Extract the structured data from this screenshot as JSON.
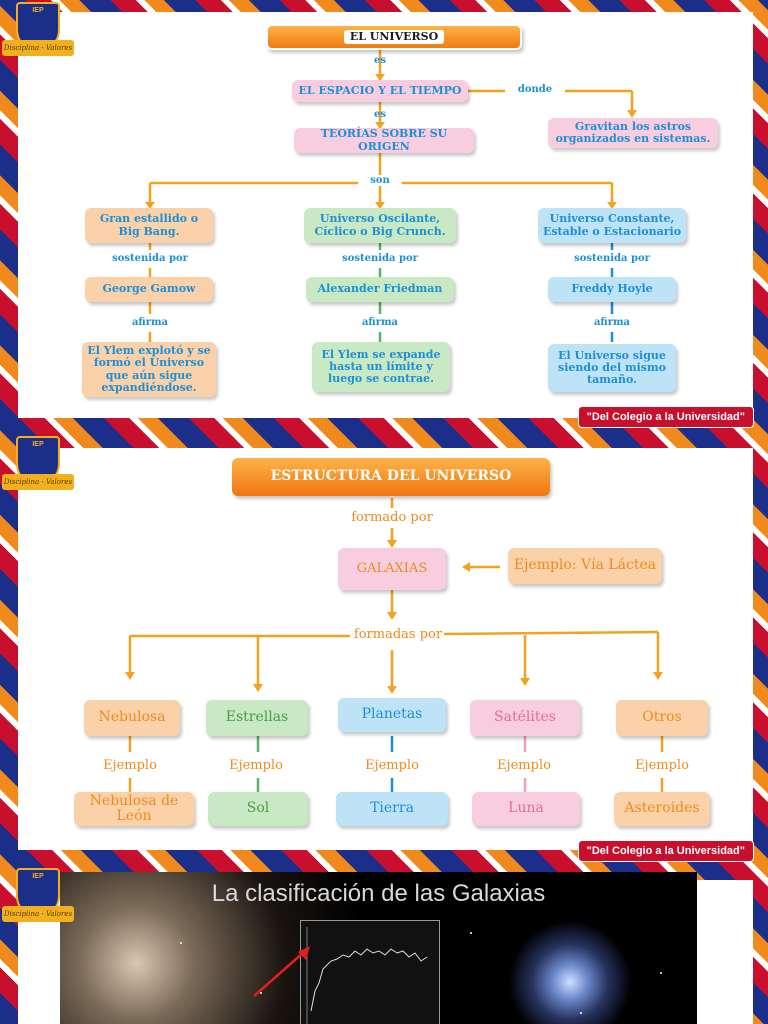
{
  "slogan": "\"Del Colegio a la Universidad\"",
  "logo": {
    "initials": "IEP",
    "motto": "Disciplina - Valores"
  },
  "slide1": {
    "title": "EL UNIVERSO",
    "es1": "es",
    "concept": "EL ESPACIO Y EL TIEMPO",
    "donde": "donde",
    "gravitan": "Gravitan los astros organizados en sistemas.",
    "es2": "es",
    "theories": "TEORÍAS SOBRE SU ORIGEN",
    "son": "son",
    "columns": [
      {
        "theory": "Gran estallido o Big Bang.",
        "sostenida": "sostenida por",
        "author": "George Gamow",
        "afirma": "afirma",
        "claim": "El Ylem explotó y se formó el Universo que aún sigue expandiéndose."
      },
      {
        "theory": "Universo Oscilante, Cíclico o Big Crunch.",
        "sostenida": "sostenida por",
        "author": "Alexander Friedman",
        "afirma": "afirma",
        "claim": "El Ylem se expande hasta un límite y luego se contrae."
      },
      {
        "theory": "Universo Constante, Estable o Estacionario",
        "sostenida": "sostenida por",
        "author": "Freddy Hoyle",
        "afirma": "afirma",
        "claim": "El Universo sigue siendo del mismo tamaño."
      }
    ]
  },
  "slide2": {
    "title": "ESTRUCTURA DEL UNIVERSO",
    "formado": "formado por",
    "galaxias": "GALAXIAS",
    "ejemplo_via": "Ejemplo: Vía Láctea",
    "formadas": "formadas por",
    "items": [
      {
        "name": "Nebulosa",
        "ejemplo": "Ejemplo",
        "example": "Nebulosa de León"
      },
      {
        "name": "Estrellas",
        "ejemplo": "Ejemplo",
        "example": "Sol"
      },
      {
        "name": "Planetas",
        "ejemplo": "Ejemplo",
        "example": "Tierra"
      },
      {
        "name": "Satélites",
        "ejemplo": "Ejemplo",
        "example": "Luna"
      },
      {
        "name": "Otros",
        "ejemplo": "Ejemplo",
        "example": "Asteroides"
      }
    ]
  },
  "slide3": {
    "title": "La clasificación de las Galaxias"
  }
}
